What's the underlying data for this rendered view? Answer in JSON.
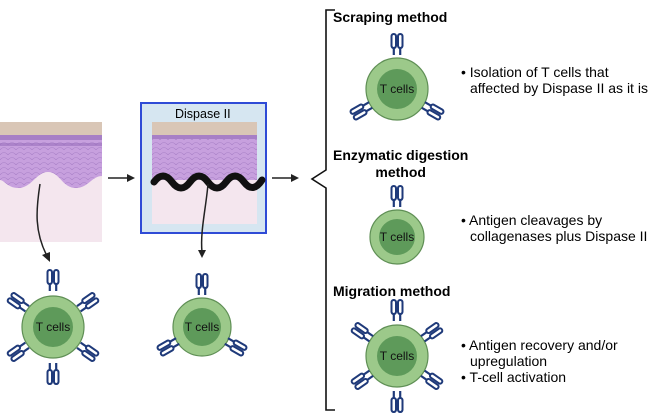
{
  "colors": {
    "cell_outer": "#9cc98a",
    "cell_outer_stroke": "#5f8f55",
    "cell_inner": "#5e9a5a",
    "receptor": "#1f3a7a",
    "dispase_frame": "#2f4bd6",
    "dispase_fill": "#d6e6f1",
    "epidermis": "#c39bdc",
    "dermis": "#f3e3ec",
    "stratum_corneum": "#d8c2b0"
  },
  "tissue_left": {
    "name": "skin-section-untreated"
  },
  "tissue_middle": {
    "label": "Dispase II"
  },
  "cells": {
    "label": "T cells"
  },
  "methods": [
    {
      "title_lines": [
        "Scraping method"
      ],
      "bullets": [
        [
          "Isolation of T cells that",
          "affected by Dispase II as it is"
        ]
      ]
    },
    {
      "title_lines": [
        "Enzymatic digestion",
        "method"
      ],
      "bullets": [
        [
          "Antigen cleavages by",
          "collagenases plus Dispase II"
        ]
      ]
    },
    {
      "title_lines": [
        "Migration method"
      ],
      "bullets": [
        [
          "Antigen recovery and/or",
          "upregulation"
        ],
        [
          "T-cell activation"
        ]
      ]
    }
  ]
}
